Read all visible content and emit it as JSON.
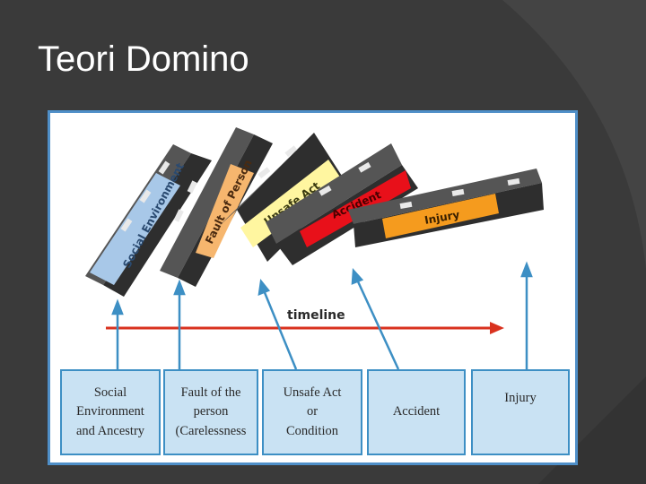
{
  "slide": {
    "title": "Teori Domino",
    "background": "#3a3a3a"
  },
  "diagram": {
    "timeline_label": "timeline",
    "dominoes": [
      {
        "label": "Social Environment",
        "color": "#a8c8e8"
      },
      {
        "label": "Fault of Person",
        "color": "#f6b66e"
      },
      {
        "label": "Unsafe Act",
        "color": "#fff6a0"
      },
      {
        "label": "Accident",
        "color": "#e8101a"
      },
      {
        "label": "Injury",
        "color": "#f59b1e"
      }
    ],
    "boxes": [
      {
        "label": "Social\nEnvironment\nand Ancestry"
      },
      {
        "label": "Fault of the\nperson\n(Carelessness"
      },
      {
        "label": "Unsafe Act\nor\nCondition"
      },
      {
        "label": "Accident"
      },
      {
        "label": "Injury"
      }
    ],
    "colors": {
      "arrow": "#3d8fc4",
      "timeline": "#d9321f",
      "domino": "#3e3e3e",
      "box_fill": "#c9e2f3",
      "frame": "#4f8fc8"
    }
  }
}
